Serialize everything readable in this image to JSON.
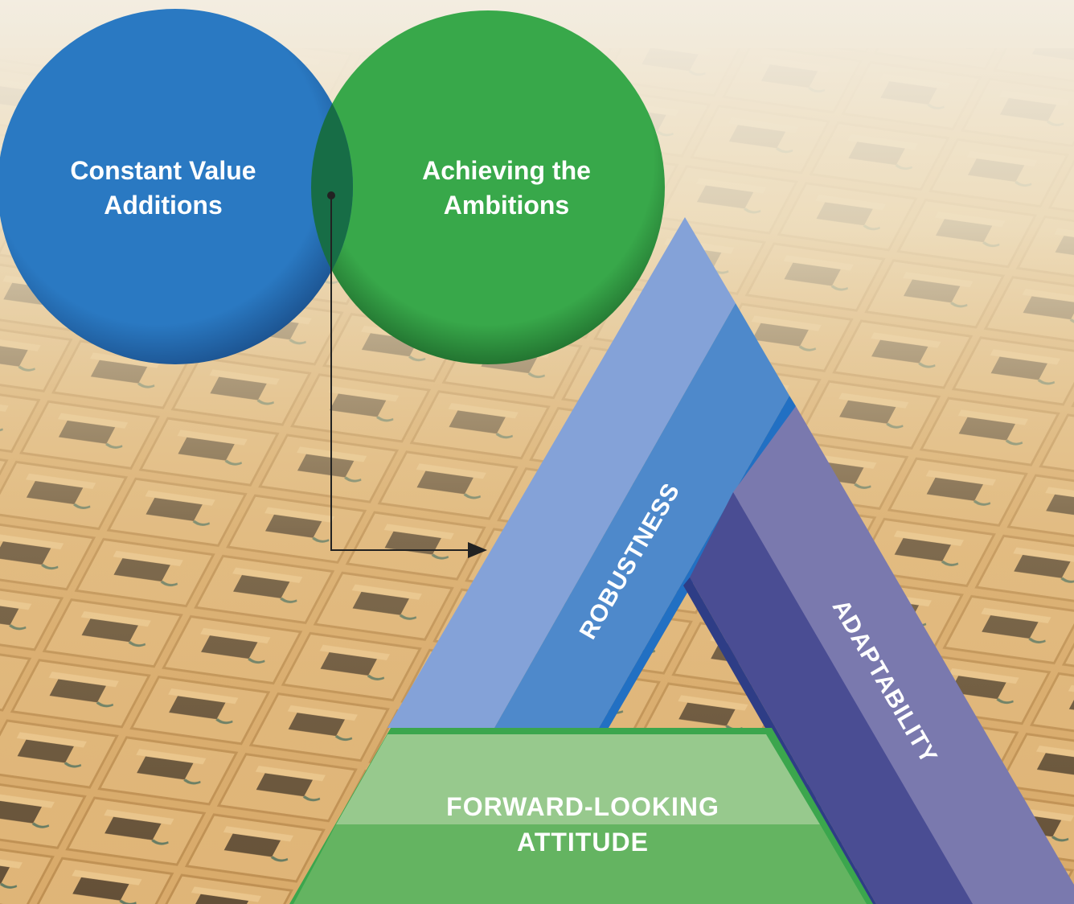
{
  "left_circle": {
    "line1": "Constant Value",
    "line2": "Additions"
  },
  "right_circle": {
    "line1": "Achieving the",
    "line2": "Ambitions"
  },
  "triangle": {
    "left_side": "ROBUSTNESS",
    "right_side": "ADAPTABILITY",
    "base_line1": "FORWARD-LOOKING",
    "base_line2": "ATTITUDE"
  },
  "colors": {
    "blue_circle": "#2a79c2",
    "green_circle": "#38a84a",
    "overlap": "#176d46",
    "robustness": "#5a8ed0",
    "adaptability": "#6b6cae",
    "forward_looking": "#5fb05c",
    "connector": "#222222"
  },
  "background": "photo of stacked cardboard boxes"
}
